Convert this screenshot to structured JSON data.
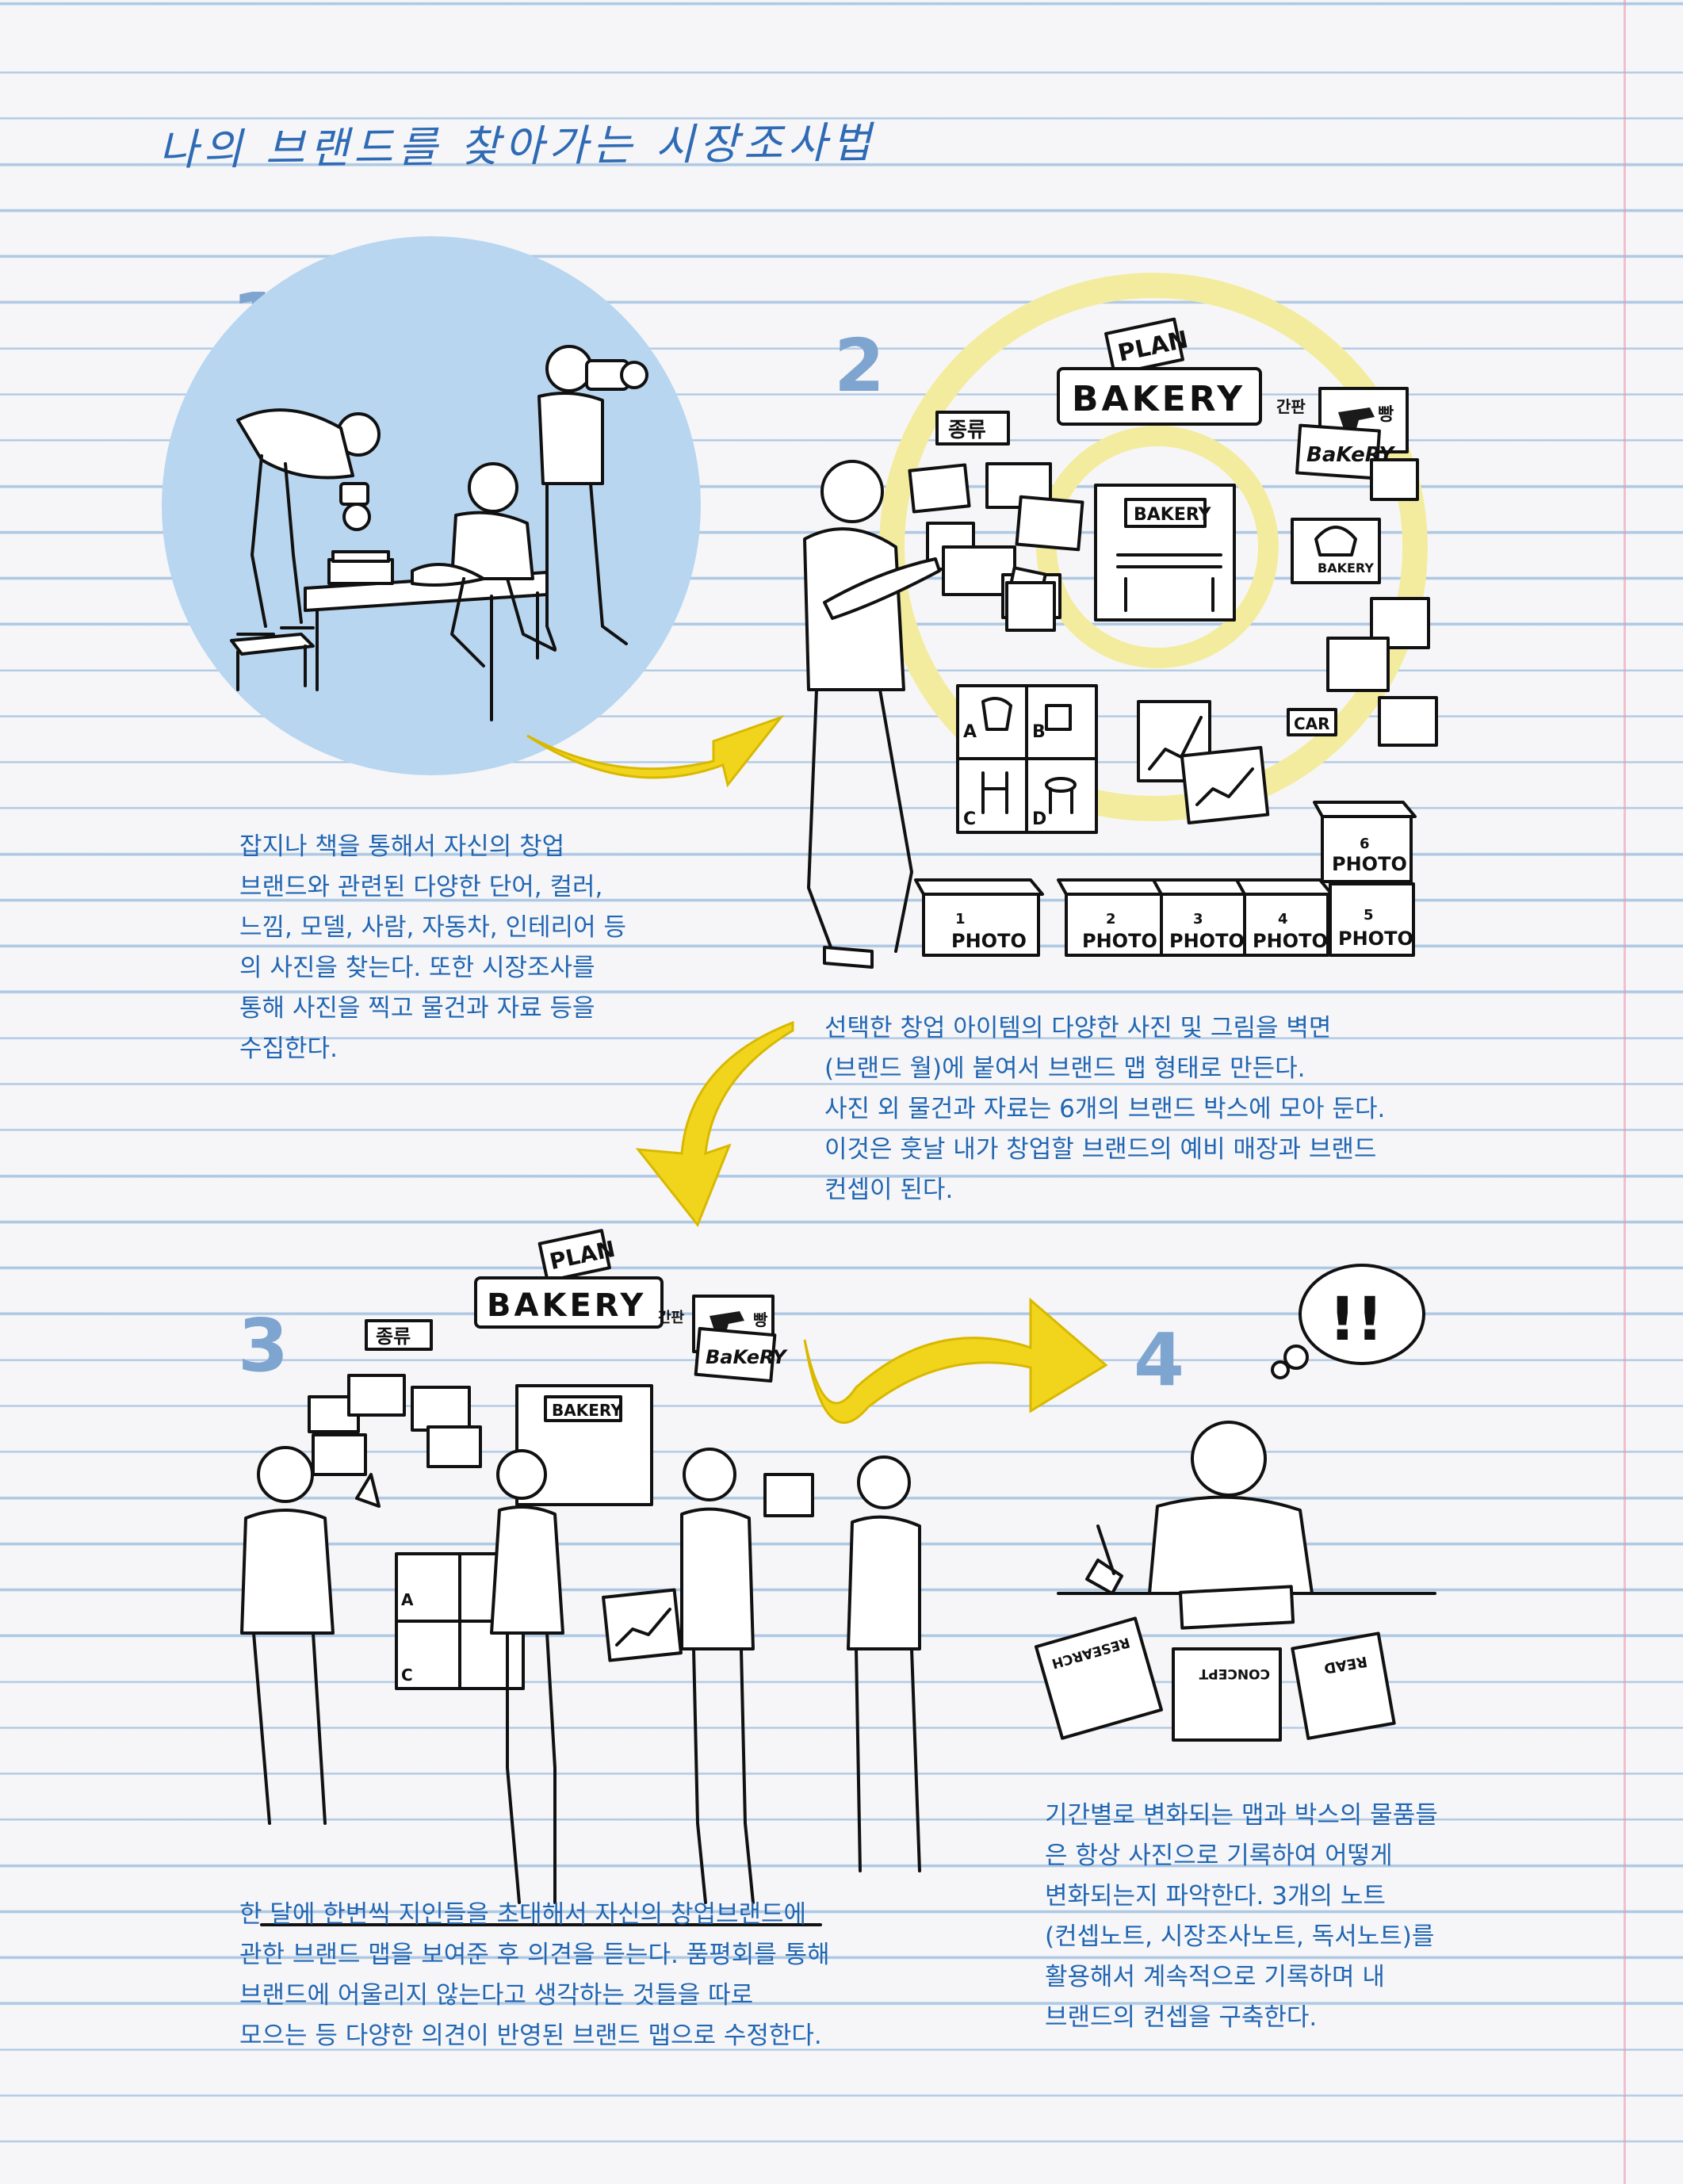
{
  "title": "나의 브랜드를 찾아가는 시장조사법",
  "steps": [
    {
      "number": "1",
      "text": "잡지나 책을 통해서 자신의 창업\n브랜드와 관련된 다양한 단어, 컬러,\n느낌, 모델, 사람, 자동차, 인테리어 등\n의 사진을 찾는다. 또한 시장조사를\n통해 사진을 찍고 물건과 자료 등을\n수집한다."
    },
    {
      "number": "2",
      "text": "선택한 창업 아이템의 다양한 사진 및 그림을 벽면\n(브랜드 월)에 붙여서 브랜드 맵 형태로 만든다.\n사진 외 물건과 자료는 6개의 브랜드 박스에 모아 둔다.\n이것은 훗날 내가 창업할 브랜드의 예비 매장과 브랜드\n컨셉이 된다."
    },
    {
      "number": "3",
      "text": "한 달에 한번씩 지인들을 초대해서 자신의 창업브랜드에\n관한 브랜드 맵을 보여준 후 의견을 듣는다. 품평회를 통해\n브랜드에 어울리지 않는다고 생각하는 것들을 따로\n모으는 등 다양한 의견이 반영된 브랜드 맵으로 수정한다."
    },
    {
      "number": "4",
      "text": "기간별로 변화되는 맵과 박스의 물품들\n은 항상 사진으로 기록하여 어떻게\n변화되는지 파악한다. 3개의 노트\n(컨셉노트, 시장조사노트, 독서노트)를\n활용해서 계속적으로 기록하며 내\n브랜드의 컨셉을 구축한다."
    }
  ],
  "illustration_labels": {
    "plan": "PLAN",
    "bakery": "BAKERY",
    "bakery_small": "BaKeRY",
    "kind": "종류",
    "simple": "간판",
    "bread": "빵",
    "car": "CAR",
    "photo": "PHOTO",
    "box_numbers": [
      "1",
      "2",
      "3",
      "4",
      "5",
      "6"
    ],
    "grid_letters": [
      "A",
      "B",
      "C",
      "D"
    ],
    "notebooks": [
      "RESEARCH",
      "CONCEPT",
      "READ"
    ],
    "thought": "!!"
  },
  "colors": {
    "title": "#2f6bb5",
    "text": "#2166b3",
    "step_number": "#7ea4d0",
    "circle_blue": "#b9d6f0",
    "circle_yellow": "#f3ec9f",
    "arrow_yellow": "#f1d51d"
  }
}
